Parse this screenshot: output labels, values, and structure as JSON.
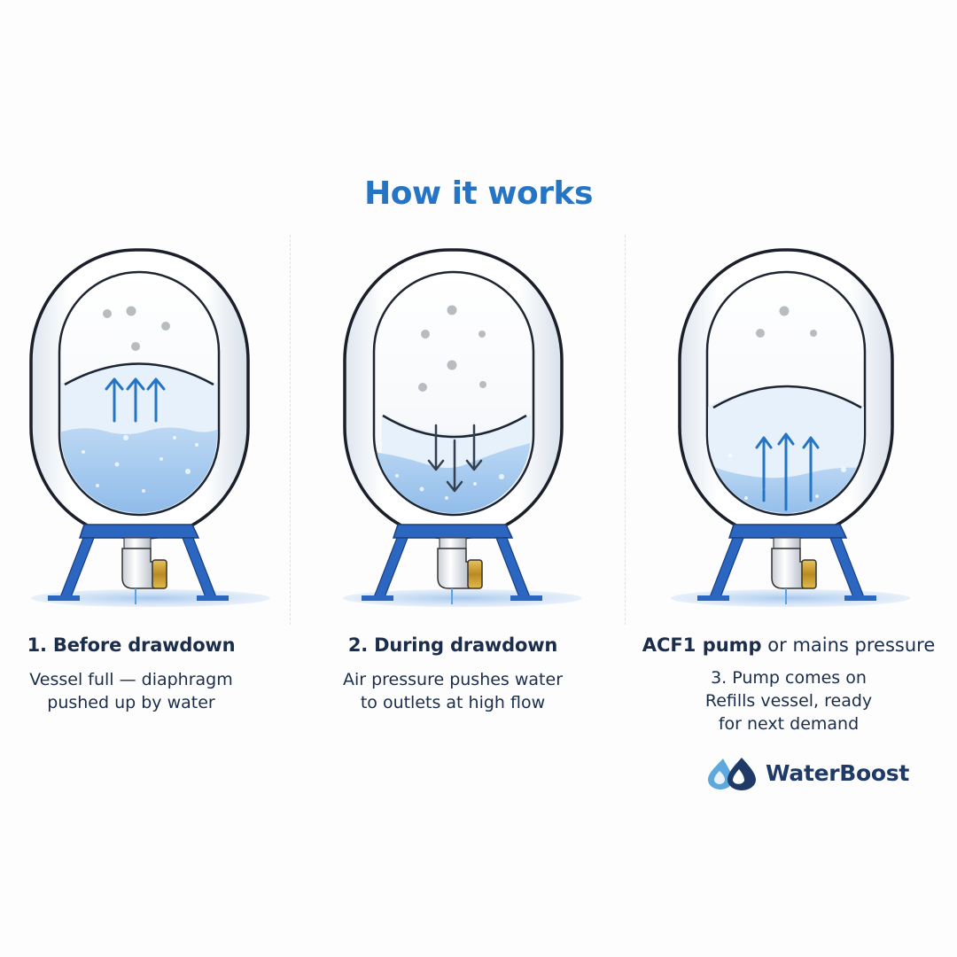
{
  "title": "How it works",
  "colors": {
    "accent": "#2575c4",
    "text": "#1b2d4a",
    "water": "#a9cdf0",
    "stand": "#2b66c0",
    "arrow_up": "#2575c4",
    "arrow_down": "#33404f",
    "brass": "#c9a030",
    "logo_light": "#5fa8de",
    "logo_dark": "#1f3a66"
  },
  "steps": [
    {
      "heading": "1. Before drawdown",
      "description_line1": "Vessel full — diaphragm",
      "description_line2": "pushed up by water",
      "diaphragm": "domed-up",
      "water_level": "high",
      "arrow_direction": "up",
      "arrow_count": 3
    },
    {
      "heading": "2. During drawdown",
      "description_line1": "Air pressure pushes water",
      "description_line2": "to outlets at high flow",
      "diaphragm": "sagging-down",
      "water_level": "low",
      "arrow_direction": "down",
      "arrow_count": 3
    },
    {
      "heading_bold": "ACF1 pump",
      "heading_rest": " or mains pressure",
      "step_label": "3. Pump comes on",
      "description_line1": "Refills vessel, ready",
      "description_line2": "for next demand",
      "diaphragm": "domed-up",
      "water_level": "medium",
      "arrow_direction": "up",
      "arrow_count": 3
    }
  ],
  "logo": {
    "icon": "water-drops-icon",
    "text": "WaterBoost"
  }
}
